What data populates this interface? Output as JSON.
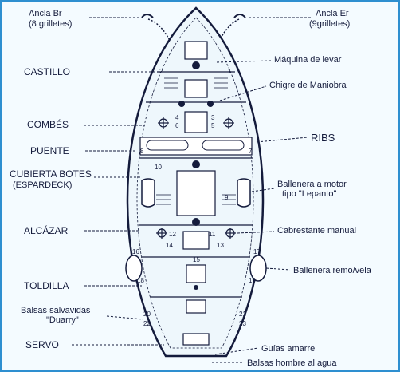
{
  "labels_left": [
    {
      "id": "ancla-br-1",
      "text": "Ancla Br"
    },
    {
      "id": "ancla-br-2",
      "text": "(8 grilletes)"
    },
    {
      "id": "castillo",
      "text": "CASTILLO"
    },
    {
      "id": "combes",
      "text": "COMBÉS"
    },
    {
      "id": "puente",
      "text": "PUENTE"
    },
    {
      "id": "cubierta-1",
      "text": "CUBIERTA BOTES"
    },
    {
      "id": "cubierta-2",
      "text": "(ESPARDECK)"
    },
    {
      "id": "alcazar",
      "text": "ALCÁZAR"
    },
    {
      "id": "toldilla",
      "text": "TOLDILLA"
    },
    {
      "id": "balsas-1",
      "text": "Balsas salvavidas"
    },
    {
      "id": "balsas-2",
      "text": "\"Duarry\""
    },
    {
      "id": "servo",
      "text": "SERVO"
    }
  ],
  "labels_right": [
    {
      "id": "ancla-er-1",
      "text": "Ancla Er"
    },
    {
      "id": "ancla-er-2",
      "text": "(9grilletes)"
    },
    {
      "id": "maquina",
      "text": "Máquina de levar"
    },
    {
      "id": "chigre",
      "text": "Chigre de Maniobra"
    },
    {
      "id": "ribs",
      "text": "RIBS"
    },
    {
      "id": "ballenera-motor-1",
      "text": "Ballenera a motor"
    },
    {
      "id": "ballenera-motor-2",
      "text": "tipo \"Lepanto\""
    },
    {
      "id": "cabrestante",
      "text": "Cabrestante manual"
    },
    {
      "id": "ballenera-remo",
      "text": "Ballenera remo/vela"
    },
    {
      "id": "guias",
      "text": "Guías amarre"
    },
    {
      "id": "balsas-hombre",
      "text": "Balsas hombre al agua"
    }
  ],
  "numbers": [
    "1",
    "2",
    "3",
    "4",
    "5",
    "6",
    "7",
    "8",
    "9",
    "10",
    "11",
    "12",
    "13",
    "14",
    "15",
    "16",
    "17",
    "18",
    "19",
    "20",
    "21",
    "22",
    "23"
  ],
  "colors": {
    "ink": "#141b3c",
    "frame": "#2e8fd0",
    "paper": "#f4fbff"
  }
}
